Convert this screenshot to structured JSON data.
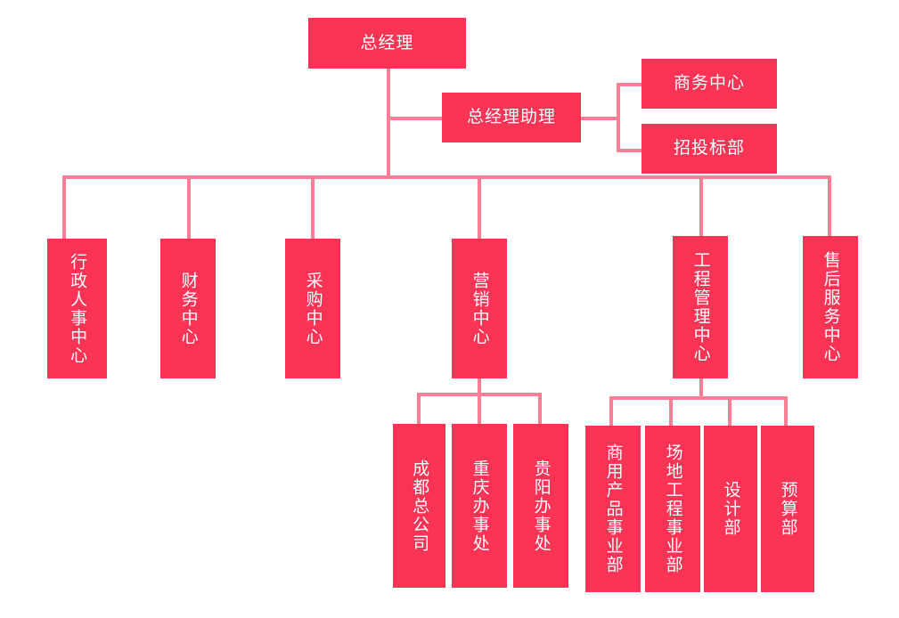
{
  "chart": {
    "title_text": "",
    "colors": {
      "node_fill": "#fb3355",
      "node_text": "#ffffff",
      "connector": "#fb7e96",
      "background": "#ffffff"
    },
    "nodes": {
      "general_manager": "总经理",
      "gm_assistant": "总经理助理",
      "business_center": "商务中心",
      "bidding_department": "招投标部",
      "admin_hr_center": "行政人事中心",
      "finance_center": "财务中心",
      "procurement_center": "采购中心",
      "marketing_center": "营销中心",
      "engineering_management_center": "工程管理中心",
      "after_sales_service_center": "售后服务中心",
      "chengdu_head_company": "成都总公司",
      "chongqing_office": "重庆办事处",
      "guiyang_office": "贵阳办事处",
      "commercial_product_division": "商用产品事业部",
      "venue_engineering_division": "场地工程事业部",
      "design_department": "设计部",
      "budget_department": "预算部"
    }
  }
}
